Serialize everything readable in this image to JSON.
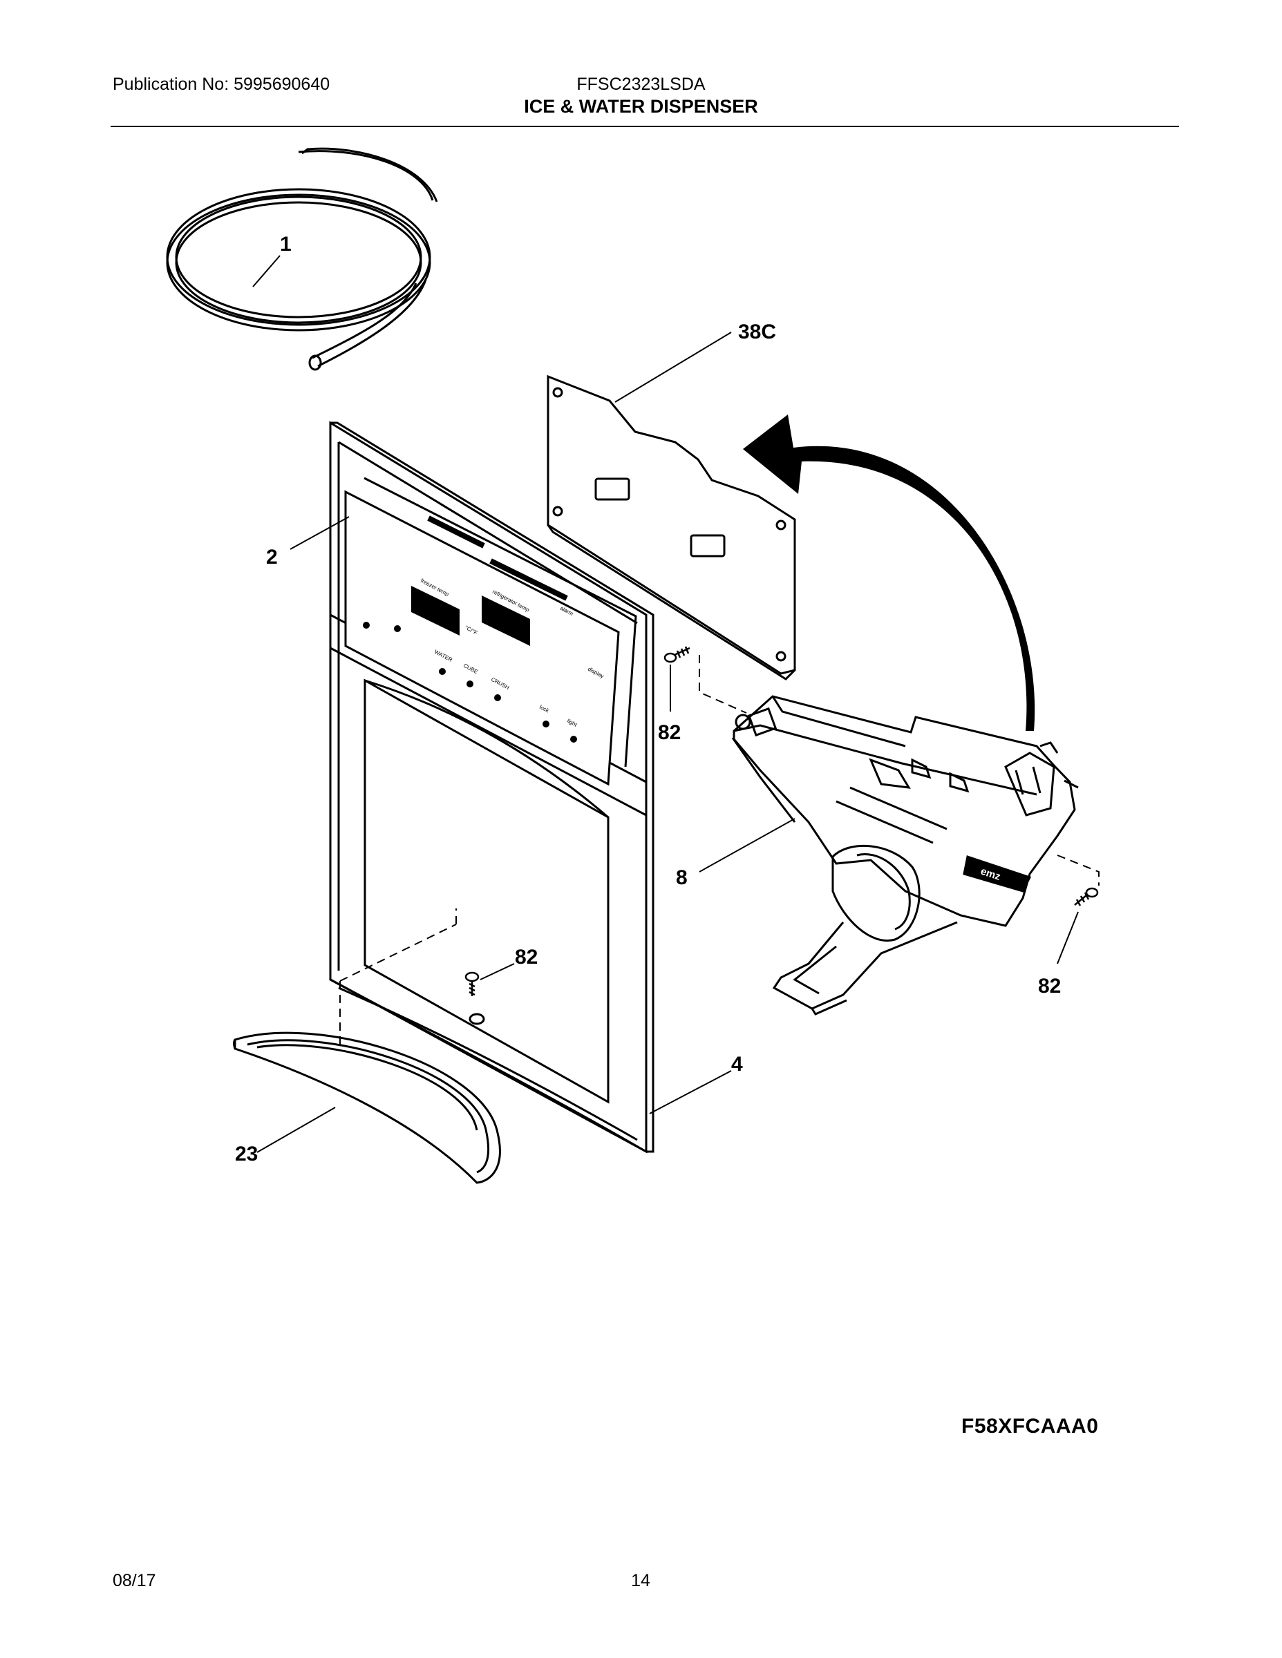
{
  "header": {
    "publication": "Publication No: 5995690640",
    "model": "FFSC2323LSDA",
    "title": "ICE & WATER DISPENSER"
  },
  "callouts": {
    "tubing": "1",
    "overlay": "2",
    "panel": "38C",
    "screw_top": "82",
    "housing": "8",
    "screw_right": "82",
    "screw_bottom": "82",
    "frame": "4",
    "tray": "23"
  },
  "control_panel": {
    "display_unit": "°C/°F",
    "water": "WATER",
    "cube": "CUBE",
    "crush": "CRUSH",
    "freezer_temp": "freezer temp",
    "fridge_temp": "refrigerator temp",
    "lock": "lock",
    "light": "light",
    "display": "display",
    "alarm": "alarm"
  },
  "housing_logo": "emz",
  "illustration_code": "F58XFCAAA0",
  "footer": {
    "date": "08/17",
    "page": "14"
  }
}
